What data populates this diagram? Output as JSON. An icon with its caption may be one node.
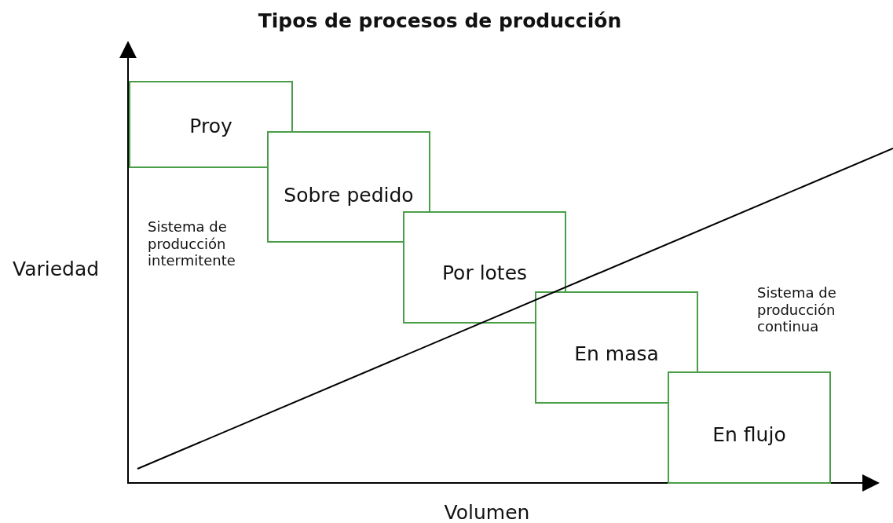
{
  "diagram": {
    "title": "Tipos de procesos de producción",
    "nodes": [
      {
        "text": [
          "Proy"
        ]
      },
      {
        "text": [
          "Sobre pedido"
        ]
      },
      {
        "text": [
          "Por lotes"
        ]
      },
      {
        "text": [
          "En masa"
        ]
      },
      {
        "text": [
          "En flujo"
        ]
      }
    ],
    "labels": [
      "Variedad",
      "Sistema de producción intermitente",
      "Sistema de producción continua",
      "Volumen"
    ]
  }
}
